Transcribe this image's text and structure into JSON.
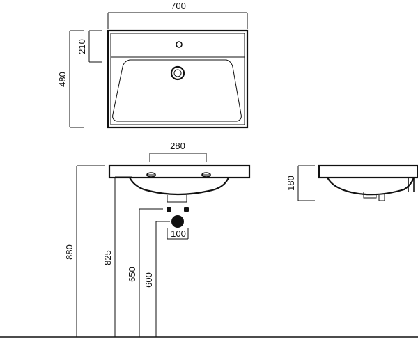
{
  "dimensions": {
    "top_width": "700",
    "top_depth": "480",
    "top_back_depth": "210",
    "tap_spacing": "280",
    "front_height_880": "880",
    "front_height_825": "825",
    "front_height_650": "650",
    "front_height_600": "600",
    "drain_diameter": "100",
    "side_thickness": "180"
  },
  "colors": {
    "line": "#111111",
    "background": "#ffffff"
  }
}
